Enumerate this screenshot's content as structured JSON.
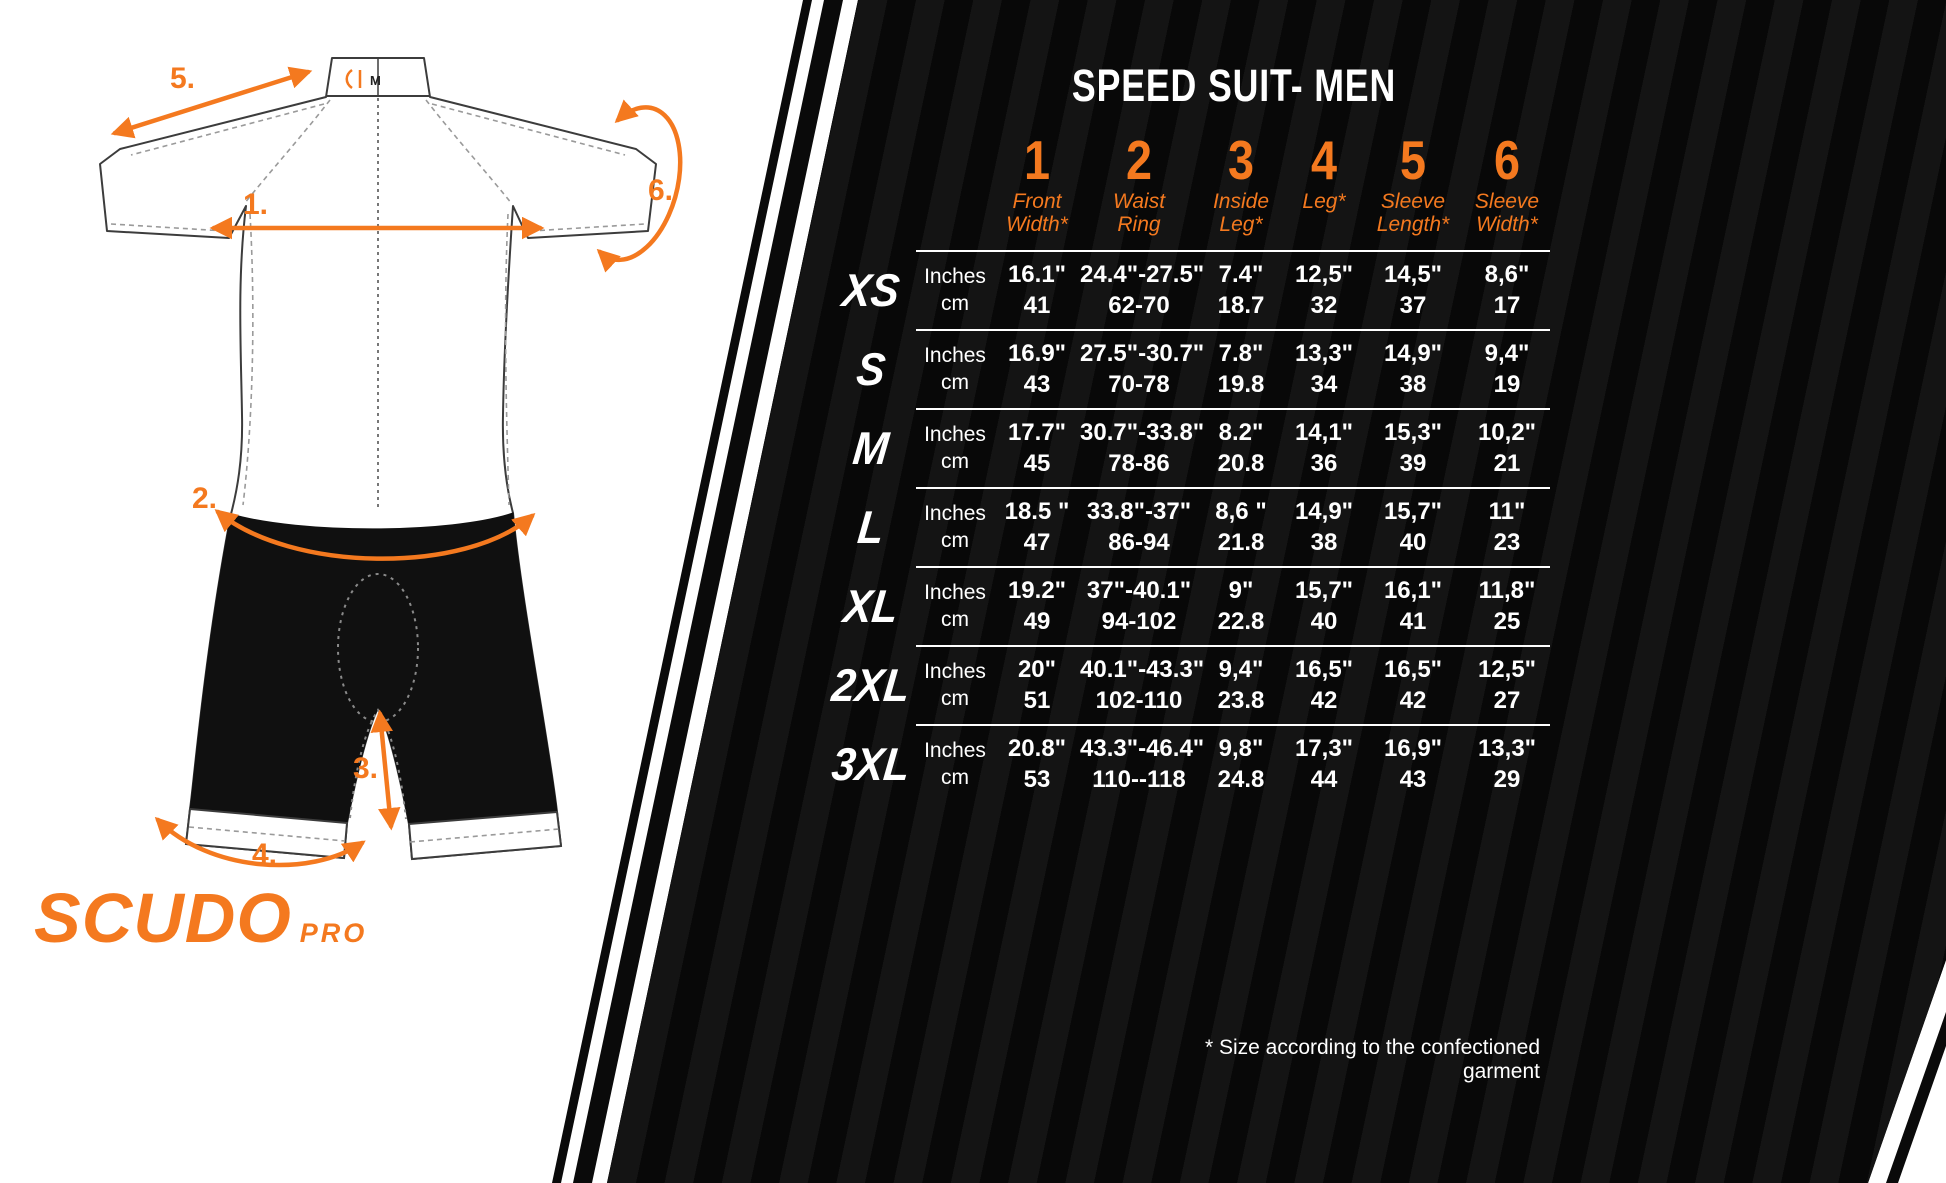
{
  "brand": {
    "name": "SCUDO",
    "sub": "PRO"
  },
  "panel": {
    "title": "SPEED SUIT- MEN",
    "footnote": "* Size according to the confectioned garment"
  },
  "diagram": {
    "size_tag": "M",
    "labels": {
      "n1": "1.",
      "n2": "2.",
      "n3": "3.",
      "n4": "4.",
      "n5": "5.",
      "n6": "6."
    }
  },
  "table": {
    "units": [
      "Inches",
      "cm"
    ],
    "columns": [
      {
        "num": "1",
        "lines": [
          "Front",
          "Width*"
        ]
      },
      {
        "num": "2",
        "lines": [
          "Waist",
          "Ring"
        ]
      },
      {
        "num": "3",
        "lines": [
          "Inside",
          "Leg*"
        ]
      },
      {
        "num": "4",
        "lines": [
          "Leg*"
        ]
      },
      {
        "num": "5",
        "lines": [
          "Sleeve",
          "Length*"
        ]
      },
      {
        "num": "6",
        "lines": [
          "Sleeve",
          "Width*"
        ]
      }
    ],
    "rows": [
      {
        "size": "XS",
        "inches": [
          "16.1\"",
          "24.4\"-27.5\"",
          "7.4\"",
          "12,5\"",
          "14,5\"",
          "8,6\""
        ],
        "cm": [
          "41",
          "62-70",
          "18.7",
          "32",
          "37",
          "17"
        ]
      },
      {
        "size": "S",
        "inches": [
          "16.9\"",
          "27.5\"-30.7\"",
          "7.8\"",
          "13,3\"",
          "14,9\"",
          "9,4\""
        ],
        "cm": [
          "43",
          "70-78",
          "19.8",
          "34",
          "38",
          "19"
        ]
      },
      {
        "size": "M",
        "inches": [
          "17.7\"",
          "30.7\"-33.8\"",
          "8.2\"",
          "14,1\"",
          "15,3\"",
          "10,2\""
        ],
        "cm": [
          "45",
          "78-86",
          "20.8",
          "36",
          "39",
          "21"
        ]
      },
      {
        "size": "L",
        "inches": [
          "18.5 \"",
          "33.8\"-37\"",
          "8,6 \"",
          "14,9\"",
          "15,7\"",
          "11\""
        ],
        "cm": [
          "47",
          "86-94",
          "21.8",
          "38",
          "40",
          "23"
        ]
      },
      {
        "size": "XL",
        "inches": [
          "19.2\"",
          "37\"-40.1\"",
          "9\"",
          "15,7\"",
          "16,1\"",
          "11,8\""
        ],
        "cm": [
          "49",
          "94-102",
          "22.8",
          "40",
          "41",
          "25"
        ]
      },
      {
        "size": "2XL",
        "inches": [
          "20\"",
          "40.1\"-43.3\"",
          "9,4\"",
          "16,5\"",
          "16,5\"",
          "12,5\""
        ],
        "cm": [
          "51",
          "102-110",
          "23.8",
          "42",
          "42",
          "27"
        ]
      },
      {
        "size": "3XL",
        "inches": [
          "20.8\"",
          "43.3\"-46.4\"",
          "9,8\"",
          "17,3\"",
          "16,9\"",
          "13,3\""
        ],
        "cm": [
          "53",
          "110--118",
          "24.8",
          "44",
          "43",
          "29"
        ]
      }
    ]
  },
  "colors": {
    "accent": "#F4791F",
    "panel_bg": "#0B0B0B",
    "text": "#FFFFFF"
  }
}
